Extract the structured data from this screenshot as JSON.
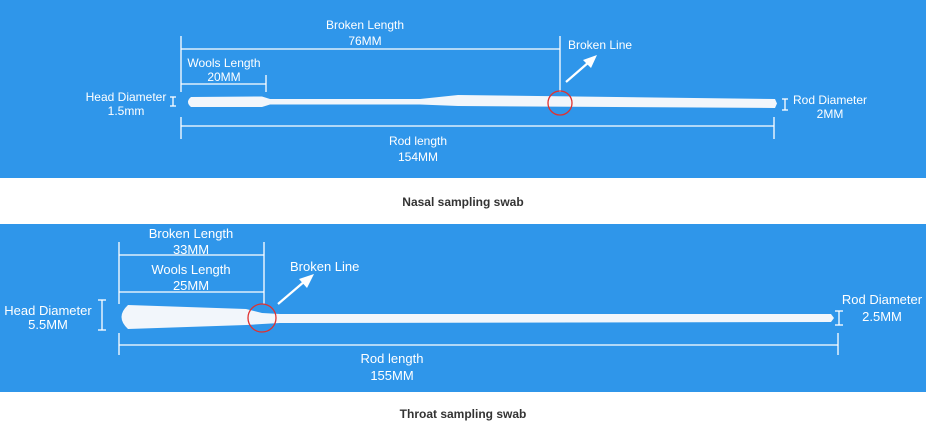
{
  "nasal": {
    "broken_length_label": "Broken Length",
    "broken_length_value": "76MM",
    "broken_line_label": "Broken Line",
    "wools_length_label": "Wools Length",
    "wools_length_value": "20MM",
    "head_diameter_label": "Head Diameter",
    "head_diameter_value": "1.5mm",
    "rod_diameter_label": "Rod Diameter",
    "rod_diameter_value": "2MM",
    "rod_length_label": "Rod length",
    "rod_length_value": "154MM",
    "caption": "Nasal sampling swab"
  },
  "throat": {
    "broken_length_label": "Broken Length",
    "broken_length_value": "33MM",
    "wools_length_label": "Wools Length",
    "wools_length_value": "25MM",
    "broken_line_label": "Broken Line",
    "head_diameter_label": "Head Diameter",
    "head_diameter_value": "5.5MM",
    "rod_diameter_label": "Rod Diameter",
    "rod_diameter_value": "2.5MM",
    "rod_length_label": "Rod length",
    "rod_length_value": "155MM",
    "caption": "Throat sampling swab"
  },
  "colors": {
    "panel_background": "#2f96ea",
    "swab": "#f2f6fb",
    "marker_circle": "#e0312f",
    "caption_text": "#333333"
  }
}
